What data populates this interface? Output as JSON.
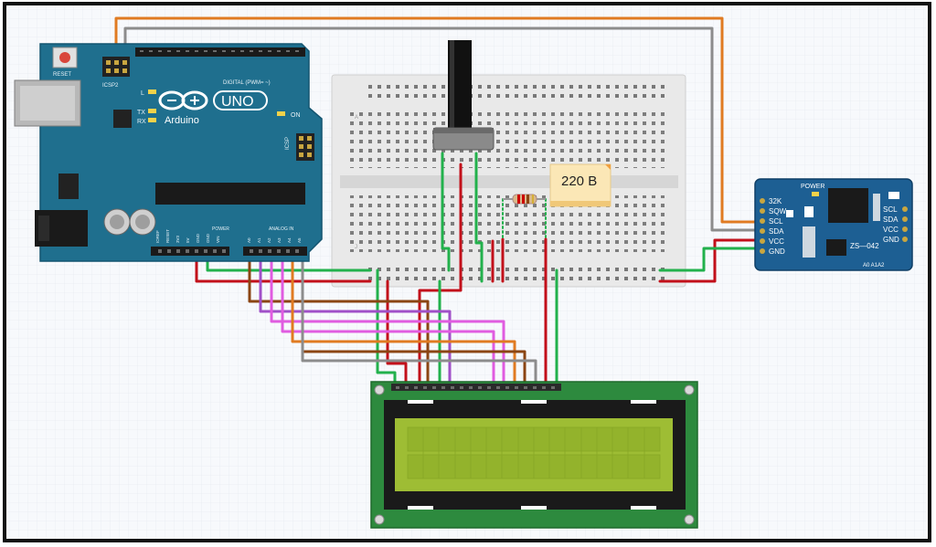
{
  "arduino": {
    "reset_label": "RESET",
    "icsp2_label": "ICSP2",
    "brand": "Arduino",
    "model": "UNO",
    "on_label": "ON",
    "led_l": "L",
    "led_tx": "TX",
    "led_rx": "RX",
    "icsp_label": "ICSP",
    "digital_label": "DIGITAL (PWM= ~)",
    "power_label": "POWER",
    "analog_label": "ANALOG IN",
    "analog_pins": [
      "A0",
      "A1",
      "A2",
      "A3",
      "A4",
      "A5"
    ],
    "power_pins": [
      "IOREF",
      "RESET",
      "3V3",
      "5V",
      "GND",
      "GND",
      "VIN"
    ]
  },
  "resistor": {
    "tooltip": "220 В"
  },
  "rtc_module": {
    "power_label": "POWER",
    "left_pins": [
      "32K",
      "SQW",
      "SCL",
      "SDA",
      "VCC",
      "GND"
    ],
    "right_pins": [
      "SCL",
      "SDA",
      "VCC",
      "GND"
    ],
    "chip_label": "ZS—042",
    "address_label": "A0 A1A2"
  },
  "colors": {
    "arduino_board": "#1f6f8e",
    "breadboard": "#e7e7e7",
    "rtc_board": "#1d5f93",
    "lcd_pcb": "#2d8a3e",
    "lcd_screen": "#9ebd34",
    "wire_red": "#c2101a",
    "wire_green": "#22b14c",
    "wire_orange": "#e07b22",
    "wire_gray": "#8c8c8c",
    "wire_brown": "#8b4513",
    "wire_magenta": "#e05ce0",
    "wire_purple": "#a050c8"
  }
}
